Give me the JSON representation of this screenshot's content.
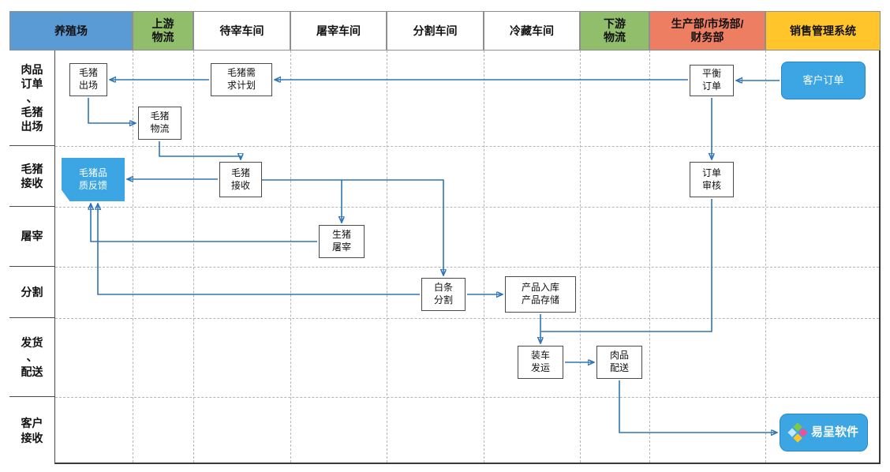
{
  "colors": {
    "farm_header": "#5B9BD5",
    "logistics_header": "#90BE6B",
    "department_header": "#EE7E62",
    "system_header": "#FFC52A",
    "arrow": "#2E75B6",
    "accent_blue_node": "#3BA6E3",
    "logo_diamonds": [
      "#7DC93F",
      "#BFE9FF",
      "#F04E98",
      "#FFC527"
    ]
  },
  "columns": [
    {
      "label": "养殖场"
    },
    {
      "label": "上游\n物流"
    },
    {
      "label": "待宰车间"
    },
    {
      "label": "屠宰车间"
    },
    {
      "label": "分割车间"
    },
    {
      "label": "冷藏车间"
    },
    {
      "label": "下游\n物流"
    },
    {
      "label": "生产部/市场部/\n财务部"
    },
    {
      "label": "销售管理系统"
    }
  ],
  "rows": [
    {
      "label": "肉品\n订单\n、\n毛猪\n出场"
    },
    {
      "label": "毛猪\n接收"
    },
    {
      "label": "屠宰"
    },
    {
      "label": "分割"
    },
    {
      "label": "发货\n、\n配送"
    },
    {
      "label": "客户\n接收"
    }
  ],
  "nodes": {
    "pig_exit": {
      "label": "毛猪\n出场"
    },
    "pig_demand_plan": {
      "label": "毛猪需\n求计划"
    },
    "balance_order": {
      "label": "平衡\n订单"
    },
    "customer_order": {
      "label": "客户订单"
    },
    "pig_logistics": {
      "label": "毛猪\n物流"
    },
    "pig_quality_feedback": {
      "label": "毛猪品\n质反馈"
    },
    "pig_receive": {
      "label": "毛猪\n接收"
    },
    "order_audit": {
      "label": "订单\n审核"
    },
    "pig_slaughter": {
      "label": "生猪\n屠宰"
    },
    "carcass_cut": {
      "label": "白条\n分割"
    },
    "product_storage": {
      "label": "产品入库\n产品存储"
    },
    "load_ship": {
      "label": "装车\n发运"
    },
    "meat_delivery": {
      "label": "肉品\n配送"
    },
    "brand": {
      "label": "易呈软件"
    }
  }
}
